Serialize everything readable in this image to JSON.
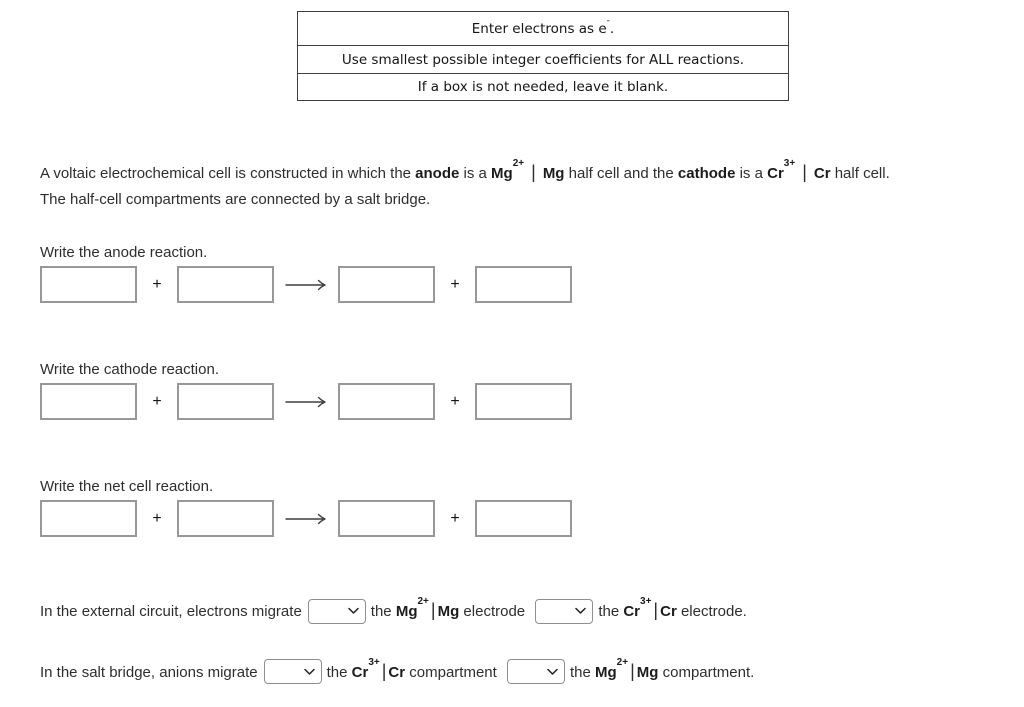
{
  "instructions_table": {
    "row1_pre": "Enter electrons as e",
    "row1_sup": "-",
    "row1_post": ".",
    "row2": "Use smallest possible integer coefficients for ALL reactions.",
    "row3": "If a box is not needed, leave it blank."
  },
  "problem": {
    "p1": "A voltaic electrochemical cell is constructed in which the ",
    "anode_word": "anode",
    "p2": " is a ",
    "mg": "Mg",
    "mg_sup": "2+",
    "mg2": "Mg",
    "p3": " half cell and the ",
    "cathode_word": "cathode",
    "p4": " is a ",
    "cr": "Cr",
    "cr_sup": "3+",
    "cr2": "Cr",
    "p5": " half cell.",
    "line2": "The half-cell compartments are connected by a salt bridge."
  },
  "sections": [
    {
      "label": "Write the anode reaction."
    },
    {
      "label": "Write the cathode reaction."
    },
    {
      "label": "Write the net cell reaction."
    }
  ],
  "symbols": {
    "plus": "+",
    "bar": "|"
  },
  "external_circuit": {
    "t1": "In the external circuit, electrons migrate",
    "select1_value": "",
    "t2": "the ",
    "mg": "Mg",
    "mg_sup": "2+",
    "mg2": "Mg",
    "t3": " electrode ",
    "select2_value": "",
    "t4": "the ",
    "cr": "Cr",
    "cr_sup": "3+",
    "cr2": "Cr",
    "t5": " electrode."
  },
  "salt_bridge": {
    "t1": "In the salt bridge, anions migrate",
    "select1_value": "",
    "t2": "the ",
    "cr": "Cr",
    "cr_sup": "3+",
    "cr2": "Cr",
    "t3": " compartment ",
    "select2_value": "",
    "t4": "the ",
    "mg": "Mg",
    "mg_sup": "2+",
    "mg2": "Mg",
    "t5": " compartment."
  },
  "colors": {
    "table_border": "#3f3f3f",
    "input_border": "#989898",
    "select_border": "#8f8f8f",
    "text": "#2e2e2e"
  }
}
